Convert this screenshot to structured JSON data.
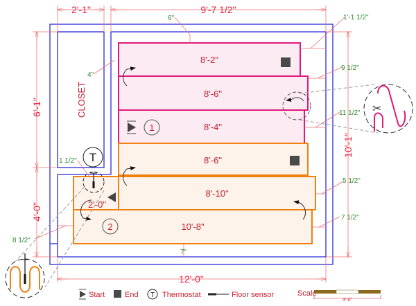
{
  "colors": {
    "wall": "#2a2ad8",
    "zone1": "#e0187a",
    "zone1_fill": "#fdebf3",
    "zone2": "#f08010",
    "zone2_fill": "#fdf3ea",
    "dimension": "#f07070",
    "note": "#2e8b2e",
    "text": "#c8202f"
  },
  "room": {
    "closet_label": "CLOSET"
  },
  "dimensions": {
    "top_closet": "2'-1\"",
    "top_main": "9'-7 1/2\"",
    "left_upper": "6'-1\"",
    "left_lower": "4'-0\"",
    "right": "10'-1\"",
    "bottom": "12'-0\""
  },
  "notes": {
    "top_gap": "6\"",
    "left_gap": "4\"",
    "r1": "1'-1 1/2\"",
    "r2": "9 1/2\"",
    "r3": "11 1/2\"",
    "r4": "5 1/2\"",
    "r5": "7 1/2\"",
    "thermo_gap": "1 1/2\"",
    "left_bottom": "8 1/2\"",
    "bottom_gap": "7\""
  },
  "mats": [
    {
      "label": "8'-2\"",
      "zone": 1
    },
    {
      "label": "8'-6\"",
      "zone": 1
    },
    {
      "label": "8'-4\"",
      "zone": 1
    },
    {
      "label": "8'-6\"",
      "zone": 2
    },
    {
      "label": "8'-10\"",
      "zone": 2
    },
    {
      "label": "10'-8\"",
      "zone": 2
    }
  ],
  "corner_label": "2'-0\"",
  "zone_numbers": [
    "1",
    "2"
  ],
  "thermostat_symbol": "T",
  "legend": {
    "start": "Start",
    "end": "End",
    "thermostat": "Thermostat",
    "sensor": "Floor sensor",
    "scale": "Scale",
    "scale_length": "3'-0\""
  }
}
